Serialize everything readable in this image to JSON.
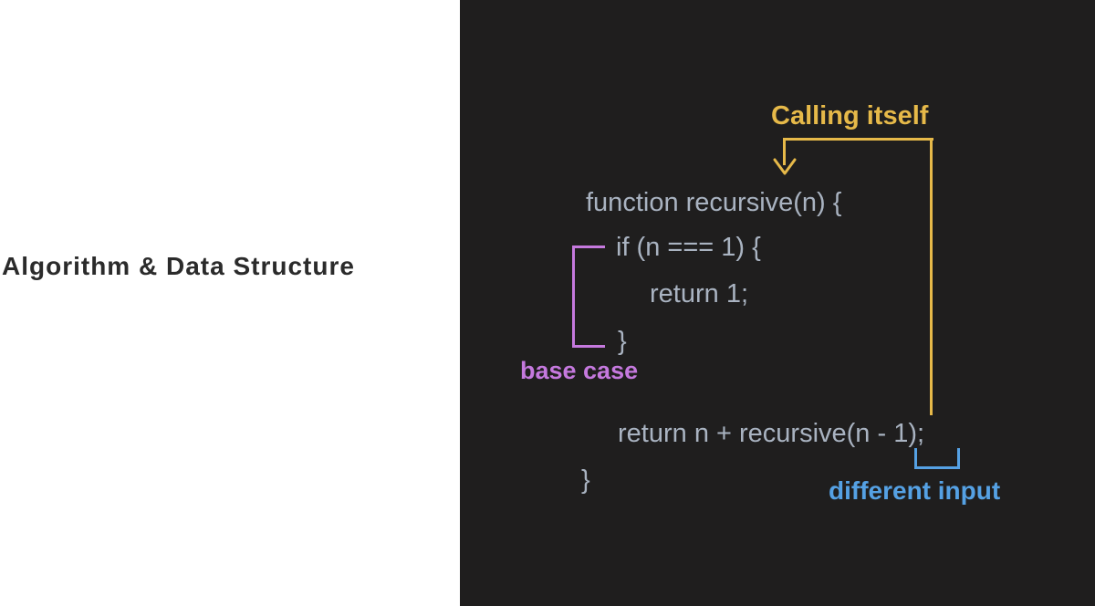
{
  "left_panel": {
    "title": "Algorithm & Data Structure",
    "background_color": "#ffffff",
    "title_color": "#2b2b2b"
  },
  "right_panel": {
    "background_color": "#1f1e1e",
    "code_color": "#a9b3c1",
    "code": {
      "lines": [
        "function recursive(n) {",
        "if (n === 1) {",
        "return 1;",
        "}",
        "return n + recursive(n - 1);",
        "}"
      ]
    },
    "annotations": {
      "calling_itself": {
        "label": "Calling itself",
        "color": "#e6b949"
      },
      "base_case": {
        "label": "base case",
        "color": "#c579de"
      },
      "different_input": {
        "label": "different input",
        "color": "#55a1e4"
      }
    }
  }
}
